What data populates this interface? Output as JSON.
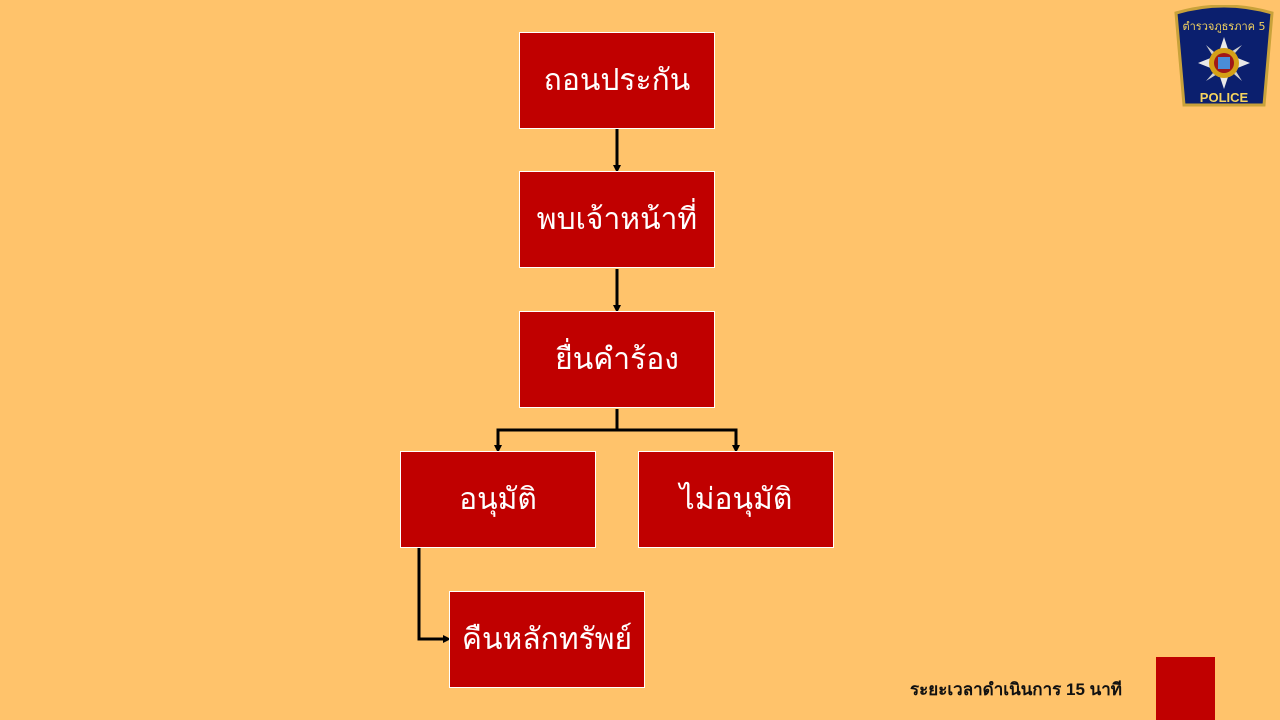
{
  "flow": {
    "steps": [
      {
        "label": "ถอนประกัน"
      },
      {
        "label": "พบเจ้าหน้าที่"
      },
      {
        "label": "ยื่นคำร้อง"
      },
      {
        "label": "อนุมัติ"
      },
      {
        "label": "ไม่อนุมัติ"
      },
      {
        "label": "คืนหลักทรัพย์"
      }
    ]
  },
  "footer": {
    "duration_text": "ระยะเวลาดำเนินการ 15 นาที"
  },
  "logo": {
    "top_text": "ตำรวจภูธรภาค 5",
    "bottom_text": "POLICE"
  },
  "colors": {
    "background": "#FFC36B",
    "box": "#C00000",
    "arrow": "#000000",
    "box_text": "#FFFFFF"
  }
}
